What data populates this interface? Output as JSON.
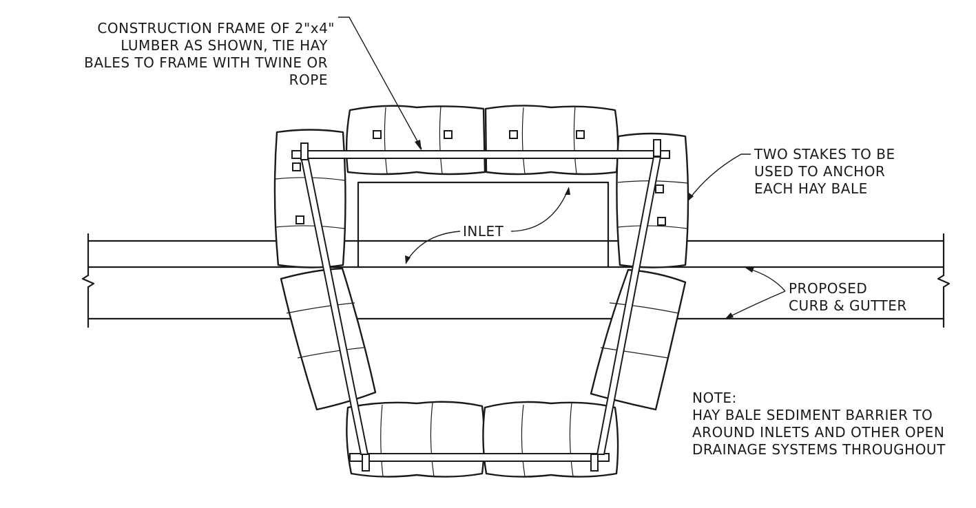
{
  "labels": {
    "frame_line1": "CONSTRUCTION FRAME OF 2\"x4\"",
    "frame_line2": "LUMBER AS SHOWN, TIE HAY",
    "frame_line3": "BALES TO FRAME WITH TWINE OR",
    "frame_line4": "ROPE",
    "stakes_line1": "TWO STAKES TO BE",
    "stakes_line2": "USED TO ANCHOR",
    "stakes_line3": "EACH HAY BALE",
    "inlet": "INLET",
    "curb_line1": "PROPOSED",
    "curb_line2": "CURB & GUTTER",
    "note_title": "NOTE:",
    "note_line1": "HAY BALE SEDIMENT BARRIER TO",
    "note_line2": "AROUND INLETS AND OTHER OPEN",
    "note_line3": "DRAINAGE SYSTEMS THROUGHOUT"
  }
}
